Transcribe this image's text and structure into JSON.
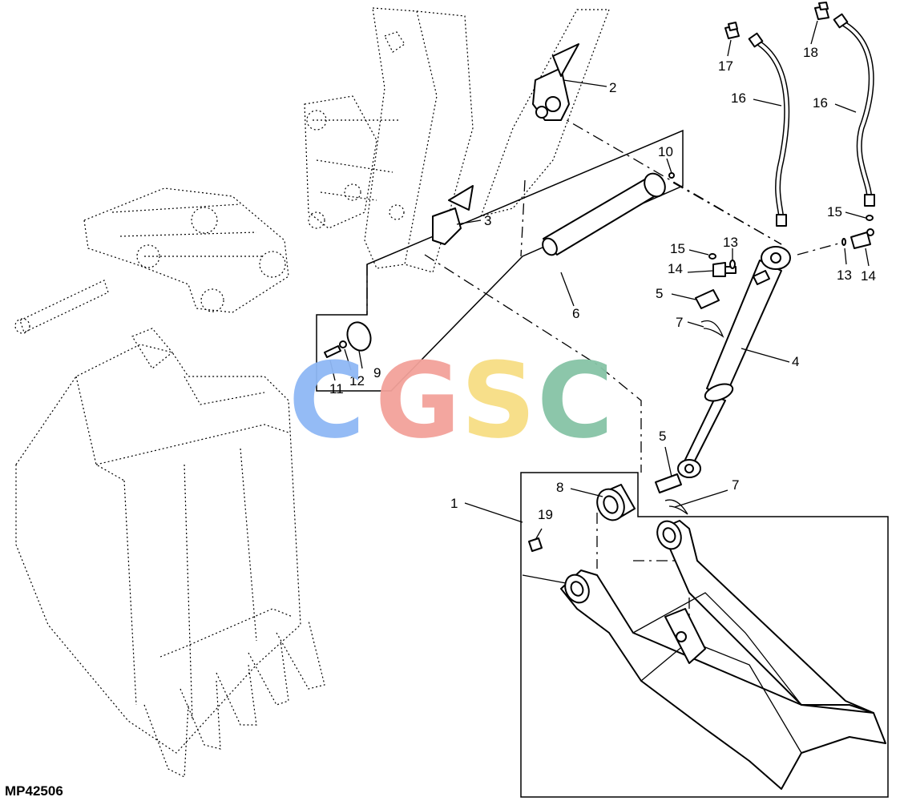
{
  "figure_id": "MP42506",
  "callouts": [
    {
      "id": "c1",
      "label": "1"
    },
    {
      "id": "c2",
      "label": "2"
    },
    {
      "id": "c3",
      "label": "3"
    },
    {
      "id": "c4",
      "label": "4"
    },
    {
      "id": "c5a",
      "label": "5"
    },
    {
      "id": "c5b",
      "label": "5"
    },
    {
      "id": "c6",
      "label": "6"
    },
    {
      "id": "c7a",
      "label": "7"
    },
    {
      "id": "c7b",
      "label": "7"
    },
    {
      "id": "c8",
      "label": "8"
    },
    {
      "id": "c9",
      "label": "9"
    },
    {
      "id": "c10",
      "label": "10"
    },
    {
      "id": "c11",
      "label": "11"
    },
    {
      "id": "c12",
      "label": "12"
    },
    {
      "id": "c13a",
      "label": "13"
    },
    {
      "id": "c13b",
      "label": "13"
    },
    {
      "id": "c14a",
      "label": "14"
    },
    {
      "id": "c14b",
      "label": "14"
    },
    {
      "id": "c15a",
      "label": "15"
    },
    {
      "id": "c15b",
      "label": "15"
    },
    {
      "id": "c16a",
      "label": "16"
    },
    {
      "id": "c16b",
      "label": "16"
    },
    {
      "id": "c17",
      "label": "17"
    },
    {
      "id": "c18",
      "label": "18"
    },
    {
      "id": "c19",
      "label": "19"
    }
  ],
  "watermark": {
    "text": "CGSC",
    "letters": [
      {
        "char": "C",
        "color": "#8fb8f5"
      },
      {
        "char": "G",
        "color": "#f3a29a"
      },
      {
        "char": "S",
        "color": "#f7de84"
      },
      {
        "char": "C",
        "color": "#86c4a6"
      }
    ]
  }
}
